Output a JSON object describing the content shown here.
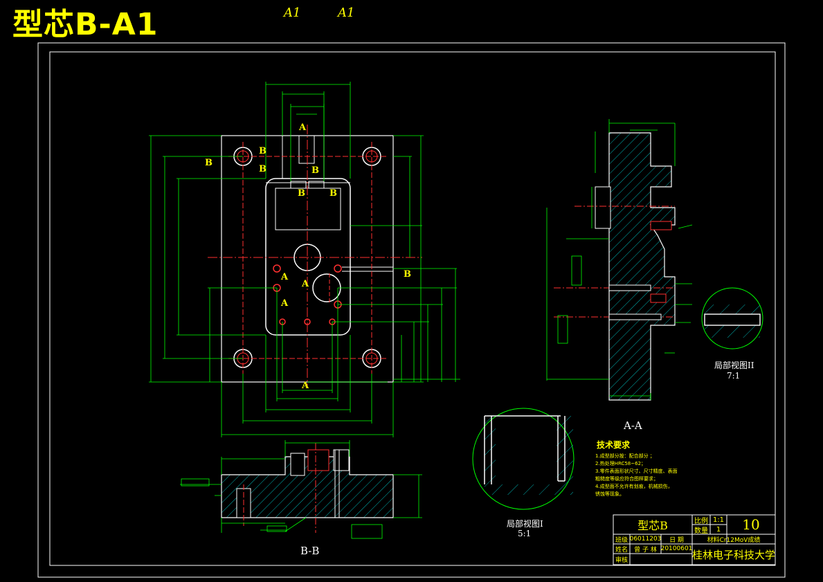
{
  "drawing": {
    "title": "型芯B-A1",
    "sheet_marks": [
      "A1",
      "A1"
    ],
    "view_labels": {
      "section_bb": "B-B",
      "section_aa": "A-A",
      "detail_1": "局部视图I",
      "detail_1_scale": "5:1",
      "detail_2": "局部视图II",
      "detail_2_scale": "7:1"
    },
    "section_markers": [
      "A",
      "A",
      "A",
      "A",
      "A",
      "B",
      "B",
      "B",
      "B",
      "B",
      "B",
      "B"
    ]
  },
  "tech_requirements": {
    "heading": "技术要求",
    "items": [
      "1.成型部分按：配合部分 ；",
      "2.热处理HRC58~62；",
      "3.零件表面形状尺寸、尺寸精度、表面",
      "  粗糙度等级应符合图样要求；",
      "4.成型面不允许有划痕，机械损伤，",
      "  锈蚀等现象。"
    ]
  },
  "title_block": {
    "part_name": "型芯B",
    "scale_label": "比例",
    "scale_value": "1:1",
    "qty_label": "数量",
    "qty_value": "1",
    "drawing_no": "10",
    "row1_label": "班级",
    "row1_value": "06011203",
    "date_label": "日 期",
    "material": "材料Cr12MoV成绩",
    "row2_label": "姓名",
    "row2_value": "曾 子 林",
    "date_value": "20100601",
    "school": "桂林电子科技大学",
    "row3_label": "审核"
  },
  "colors": {
    "background": "#000000",
    "outline": "#ffffff",
    "dimension": "#00ff00",
    "centerline": "#ff0000",
    "text": "#ffff00",
    "hatch": "#00c0c0",
    "hole": "#ff3030"
  }
}
